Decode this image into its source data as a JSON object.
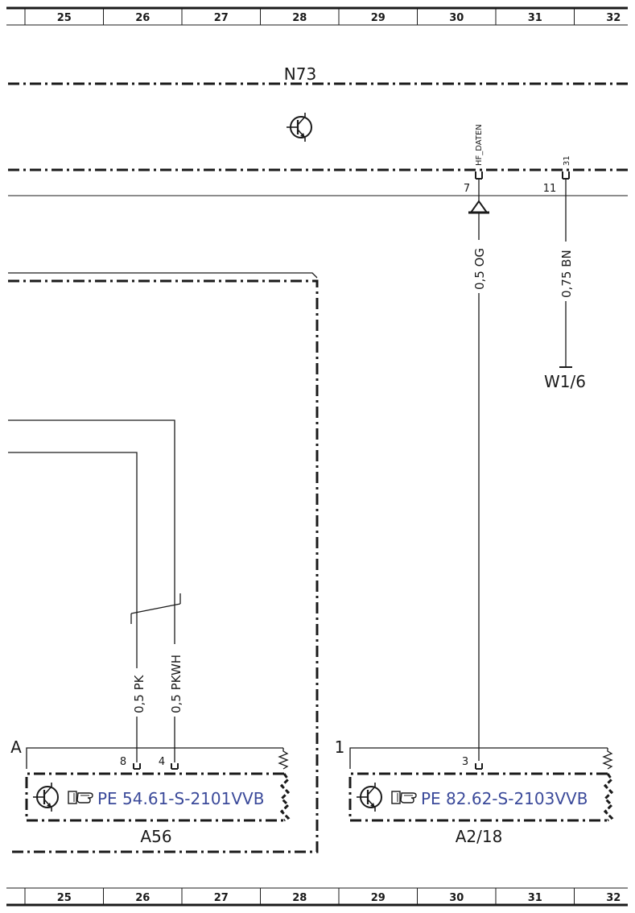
{
  "ruler": {
    "columns": [
      "25",
      "26",
      "27",
      "28",
      "29",
      "30",
      "31",
      "32"
    ]
  },
  "n73": {
    "label": "N73",
    "signal_label": "HF_DATEN",
    "ground_label": "31",
    "pin7": "7",
    "pin11": "11"
  },
  "wires": {
    "og": "0,5 OG",
    "bn": "0,75 BN",
    "pk": "0,5 PK",
    "pkwh": "0,5 PKWH"
  },
  "ground": {
    "label": "W1/6"
  },
  "a56": {
    "name": "A56",
    "connector": "A",
    "pin8": "8",
    "pin4": "4",
    "ref": "PE 54.61-S-2101VVB"
  },
  "a218": {
    "name": "A2/18",
    "connector": "1",
    "pin3": "3",
    "ref": "PE 82.62-S-2103VVB"
  },
  "icons": {
    "transistor": "transistor-icon",
    "pointing_hand": "pointing-hand-icon"
  },
  "colors": {
    "line": "#1a1a1a",
    "reference_link": "#3b4a9a"
  }
}
